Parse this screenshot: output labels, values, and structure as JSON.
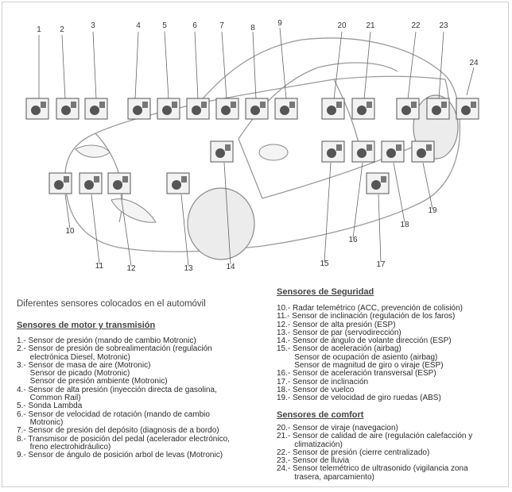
{
  "diagram": {
    "callouts": [
      "1",
      "2",
      "3",
      "4",
      "5",
      "6",
      "7",
      "8",
      "9",
      "20",
      "21",
      "22",
      "23",
      "24",
      "10",
      "11",
      "12",
      "13",
      "14",
      "15",
      "16",
      "17",
      "18",
      "19"
    ]
  },
  "caption": "Diferentes sensores colocados en el automóvil",
  "motor": {
    "heading": "Sensores de motor y transmisión",
    "items": [
      "1.- Sensor de presión (mando de cambio Motronic)",
      "2.- Sensor de presión de sobrealimentación (regulación\n      electrónica Diesel, Motronic)",
      "3.- Sensor de masa de aire (Motronic)\n      Sensor de picado (Motronic)\n      Sensor de presión ambiente (Motronic)",
      "4.- Sensor de alta presión (inyección directa de gasolina,\n      Common Rail)",
      "5.- Sonda Lambda",
      "6.- Sensor de velocidad de rotación (mando de cambio\n      Motronic)",
      "7.- Sensor de presión del depósito (diagnosis de a bordo)",
      "8.- Transmisor de posición del pedal (acelerador electrónico,\n      freno electrohidráulico)",
      "9.- Sensor de ángulo de posición arbol de levas (Motronic)"
    ]
  },
  "security": {
    "heading": "Sensores de Seguridad",
    "items": [
      "10.- Radar telemétrico (ACC, prevención de colisión)",
      "11.- Sensor de inclinación (regulación de los faros)",
      "12.- Sensor de alta presión (ESP)",
      "13.- Sensor de par (servodirección)",
      "14.- Sensor de ángulo de volante dirección (ESP)",
      "15.- Sensor de aceleración (airbag)\n        Sensor de ocupación de asiento (airbag)\n        Sensor de magnitud de giro o viraje (ESP)",
      "16.- Sensor de aceleración transversal (ESP)",
      "17.- Sensor de inclinación",
      "18.- Sensor de vuelco",
      "19.- Sensor de velocidad de giro ruedas (ABS)"
    ]
  },
  "comfort": {
    "heading": "Sensores de comfort",
    "items": [
      "20.- Sensor de viraje (navegacion)",
      "21.- Sensor de calidad de aire (regulación calefacción y\n        climatización)",
      "22.- Sensor de presión (cierre centralizado)",
      "23.- Sensor de lluvia",
      "24.- Sensor telemétrico de ultrasonido (vigilancia zona\n        trasera, aparcamiento)"
    ]
  }
}
